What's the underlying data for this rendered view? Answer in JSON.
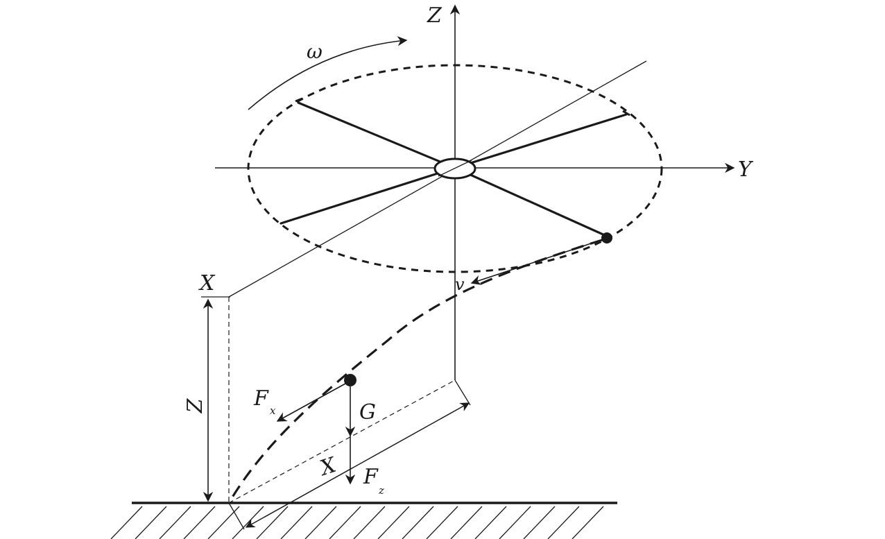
{
  "labels": {
    "axis_z": "Z",
    "axis_y": "Y",
    "axis_x_top": "X",
    "omega": "ω",
    "velocity": "v",
    "dim_z": "Z",
    "force_fx_main": "F",
    "force_fx_sub": "x",
    "force_g": "G",
    "dim_x_ground": "X",
    "force_fz_main": "F",
    "force_fz_sub": "z"
  },
  "colors": {
    "ink": "#1a1a1a",
    "background": "#ffffff"
  }
}
